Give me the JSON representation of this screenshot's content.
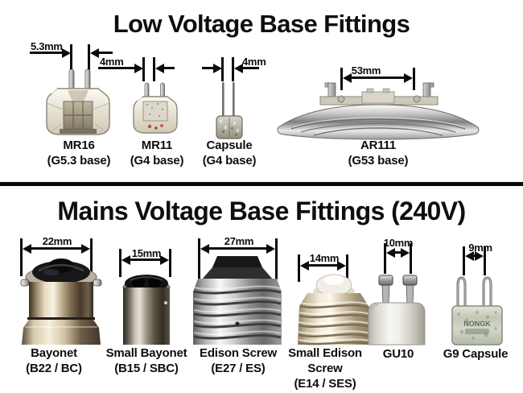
{
  "titles": {
    "low_voltage": "Low Voltage Base Fittings",
    "mains_voltage": "Mains Voltage Base Fittings (240V)"
  },
  "low_voltage_fittings": [
    {
      "name": "MR16",
      "base": "(G5.3 base)",
      "dimension": "5.3mm"
    },
    {
      "name": "MR11",
      "base": "(G4 base)",
      "dimension": "4mm"
    },
    {
      "name": "Capsule",
      "base": "(G4 base)",
      "dimension": "4mm"
    },
    {
      "name": "AR111",
      "base": "(G53 base)",
      "dimension": "53mm"
    }
  ],
  "mains_voltage_fittings": [
    {
      "name": "Bayonet",
      "base": "(B22 / BC)",
      "dimension": "22mm"
    },
    {
      "name": "Small Bayonet",
      "base": "(B15 / SBC)",
      "dimension": "15mm"
    },
    {
      "name": "Edison Screw",
      "base": "(E27 / ES)",
      "dimension": "27mm"
    },
    {
      "name": "Small Edison Screw",
      "base": "(E14 / SES)",
      "dimension": "14mm"
    },
    {
      "name": "GU10",
      "base": "",
      "dimension": "10mm"
    },
    {
      "name": "G9 Capsule",
      "base": "",
      "dimension": "9mm"
    }
  ],
  "glass_marking": "NONGK",
  "colors": {
    "background": "#ffffff",
    "text": "#0e0e0e",
    "divider": "#0a0a0a",
    "dimension_lines": "#0c0c0c"
  }
}
